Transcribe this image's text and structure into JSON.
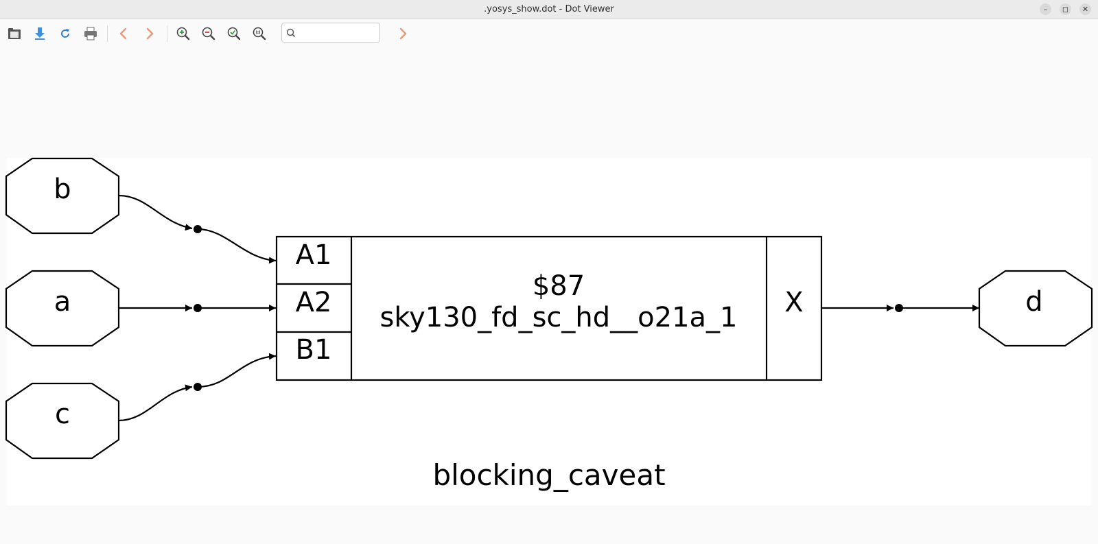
{
  "window": {
    "title": ".yosys_show.dot - Dot Viewer",
    "controls": {
      "minimize": "–",
      "maximize": "◻",
      "close": "✕"
    }
  },
  "toolbar": {
    "icons": [
      "open-icon",
      "save-icon",
      "reload-icon",
      "print-icon",
      "back-icon",
      "forward-icon",
      "zoom-in-icon",
      "zoom-out-icon",
      "zoom-fit-icon",
      "zoom-100-icon"
    ],
    "search": {
      "value": "",
      "placeholder": ""
    },
    "colors": {
      "accent": "#2f7fd1",
      "nav": "#e89a7a",
      "zoom_in": "#2e9d3a",
      "zoom_out": "#c93a3a"
    }
  },
  "graph": {
    "cluster_label": "blocking_caveat",
    "inputs": [
      {
        "id": "b",
        "label": "b"
      },
      {
        "id": "a",
        "label": "a"
      },
      {
        "id": "c",
        "label": "c"
      }
    ],
    "output": {
      "id": "d",
      "label": "d"
    },
    "cell": {
      "id": "$87",
      "type": "sky130_fd_sc_hd__o21a_1",
      "input_ports": [
        "A1",
        "A2",
        "B1"
      ],
      "output_port": "X"
    },
    "edges": [
      {
        "from": "b",
        "to": "A1"
      },
      {
        "from": "a",
        "to": "A2"
      },
      {
        "from": "c",
        "to": "B1"
      },
      {
        "from": "X",
        "to": "d"
      }
    ]
  }
}
